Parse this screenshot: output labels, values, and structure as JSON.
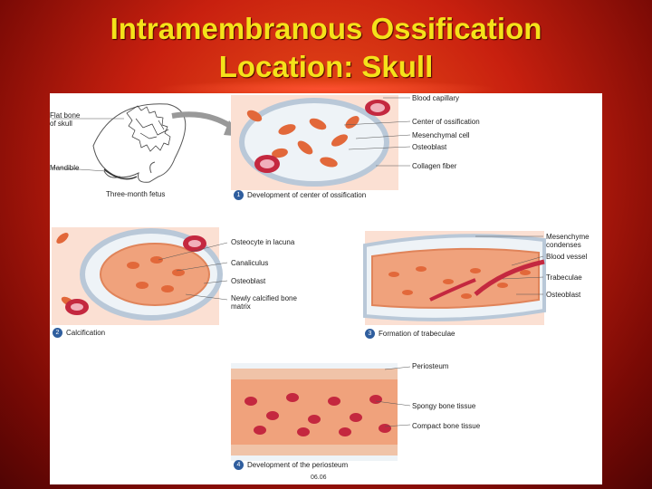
{
  "slide": {
    "title_line1": "Intramembranous Ossification",
    "title_line2": "Location:  Skull"
  },
  "panel_fetus": {
    "label_flat_bone": "Flat bone\nof skull",
    "label_mandible": "Mandible",
    "caption": "Three-month fetus"
  },
  "step1": {
    "number": "1",
    "caption": "Development of center of ossification",
    "labels": [
      "Blood capillary",
      "Center of ossification",
      "Mesenchymal cell",
      "Osteoblast",
      "Collagen fiber"
    ]
  },
  "step2": {
    "number": "2",
    "caption": "Calcification",
    "labels": [
      "Osteocyte in lacuna",
      "Canaliculus",
      "Osteoblast",
      "Newly calcified bone\nmatrix"
    ]
  },
  "step3": {
    "number": "3",
    "caption": "Formation of trabeculae",
    "labels": [
      "Mesenchyme\ncondenses",
      "Blood vessel",
      "Trabeculae",
      "Osteoblast"
    ]
  },
  "step4": {
    "number": "4",
    "caption": "Development of the periosteum",
    "labels": [
      "Periosteum",
      "Spongy bone tissue",
      "Compact bone tissue"
    ]
  },
  "figure_number": "06.06",
  "colors": {
    "title": "#f5e21a",
    "background": "#c8200f",
    "tissue": "#f0a27c",
    "cell": "#e2683a",
    "blood": "#c4283f",
    "badge": "#2f5e9e"
  }
}
